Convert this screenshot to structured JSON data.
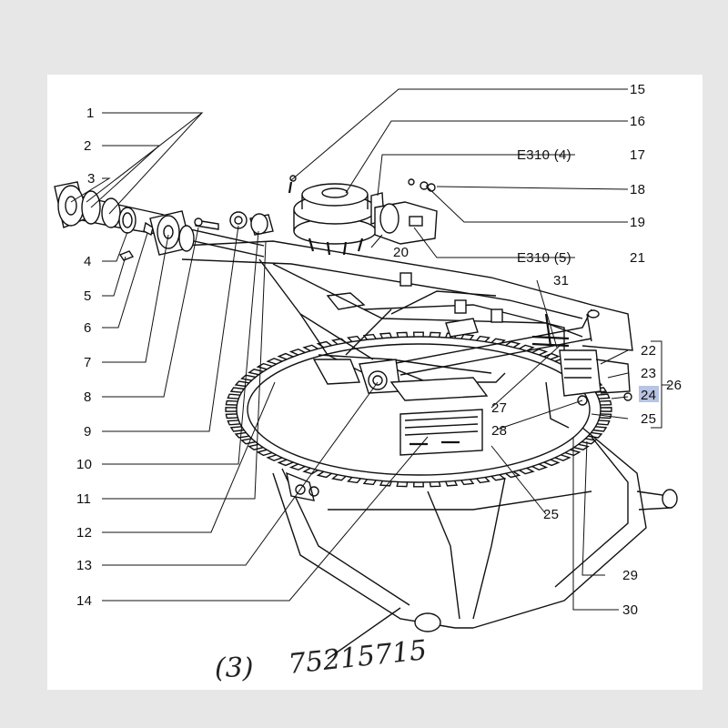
{
  "labels": {
    "l1": "1",
    "l2": "2",
    "l3": "3",
    "l4": "4",
    "l5": "5",
    "l6": "6",
    "l7": "7",
    "l8": "8",
    "l9": "9",
    "l10": "10",
    "l11": "11",
    "l12": "12",
    "l13": "13",
    "l14": "14",
    "l15": "15",
    "l16": "16",
    "l17": "17",
    "l18": "18",
    "l19": "19",
    "l20": "20",
    "l21": "21",
    "l22": "22",
    "l23": "23",
    "l24": "24",
    "l25a": "25",
    "l25b": "25",
    "l26": "26",
    "l27": "27",
    "l28": "28",
    "l29": "29",
    "l30": "30",
    "l31": "31",
    "ref17": "E310 (4)",
    "ref21": "E310 (5)"
  },
  "annotation": {
    "circled": "(3)",
    "number": "75215715"
  },
  "colors": {
    "highlight": "#b7c4e3",
    "ink": "#111111",
    "paper": "#ffffff",
    "background": "#e7e7e7"
  }
}
